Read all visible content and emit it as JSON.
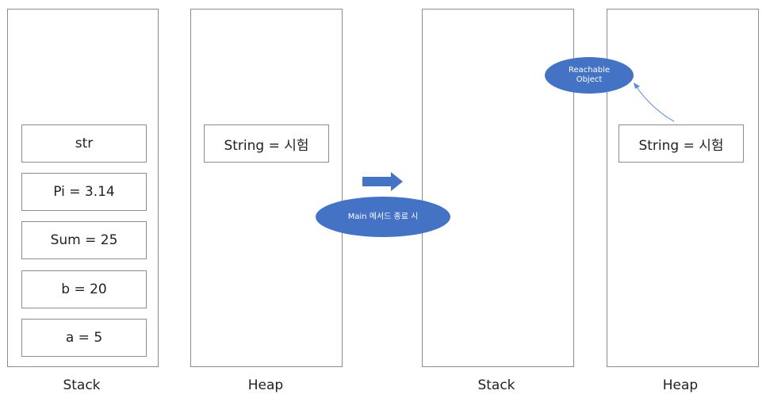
{
  "left": {
    "stack_items": [
      "str",
      "Pi = 3.14",
      "Sum = 25",
      "b = 20",
      "a = 5"
    ],
    "heap_items": [
      "String = 시험"
    ],
    "stack_caption": "Stack",
    "heap_caption": "Heap"
  },
  "transition": {
    "label": "Main 메서드 종료 시",
    "color": "#4472c4"
  },
  "right": {
    "heap_items": [
      "String = 시험"
    ],
    "reachable_label_line1": "Reachable",
    "reachable_label_line2": "Object",
    "stack_caption": "Stack",
    "heap_caption": "Heap"
  }
}
